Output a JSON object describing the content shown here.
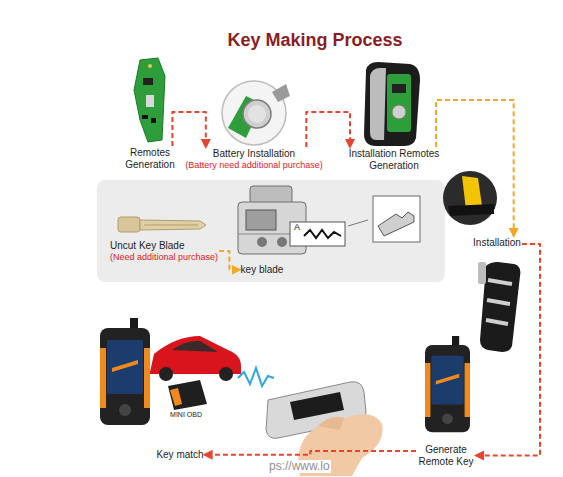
{
  "diagram": {
    "title": "Key Making Process",
    "nodes": [
      {
        "text": [
          "Remotes Generation"
        ]
      },
      {
        "text": [
          "Battery Installation",
          "(Battery need additional purchase)"
        ]
      },
      {
        "text": [
          "Installation Remotes Generation"
        ]
      },
      {
        "text": [
          "Uncut Key Blade",
          "(Need additional purchase)"
        ]
      },
      {
        "text": [
          "key blade"
        ]
      },
      {
        "text": [
          "Installation"
        ]
      },
      {
        "text": [
          "Key match"
        ]
      },
      {
        "text": [
          "Generate Remote Key"
        ]
      }
    ],
    "edges": [
      {
        "from": 0,
        "to": 1,
        "arrow": "to"
      },
      {
        "from": 1,
        "to": 2,
        "arrow": "to"
      },
      {
        "from": 2,
        "to": 5,
        "arrow": "to"
      },
      {
        "from": 3,
        "to": 4,
        "arrow": "to"
      },
      {
        "from": 5,
        "to": 7,
        "arrow": "to"
      },
      {
        "from": 7,
        "to": 6,
        "arrow": "to"
      }
    ],
    "labels": [
      "A",
      "MINI OBD",
      "ps://www.lo"
    ]
  }
}
